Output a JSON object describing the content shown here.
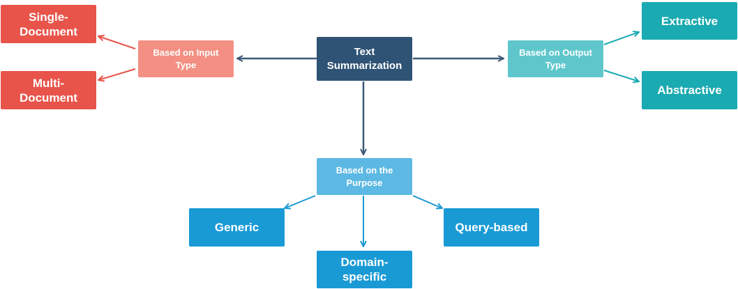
{
  "colors": {
    "root": "#2f5375",
    "input_category": "#f39083",
    "input_leaf": "#e8544a",
    "output_category": "#5fc7cc",
    "output_leaf": "#1aaab1",
    "purpose_category": "#5db9e3",
    "purpose_leaf": "#1a9ad5",
    "root_arrow": "#3c5977",
    "input_arrow": "#e8544a",
    "output_arrow": "#1aaab1",
    "purpose_arrow": "#1a9ad5"
  },
  "nodes": {
    "root": "Text\nSummarization",
    "input_type": "Based on Input\nType",
    "single_document": "Single-\nDocument",
    "multi_document": "Multi-\nDocument",
    "output_type": "Based on Output\nType",
    "extractive": "Extractive",
    "abstractive": "Abstractive",
    "purpose": "Based on the\nPurpose",
    "generic": "Generic",
    "domain_specific": "Domain-\nspecific",
    "query_based": "Query-based"
  }
}
